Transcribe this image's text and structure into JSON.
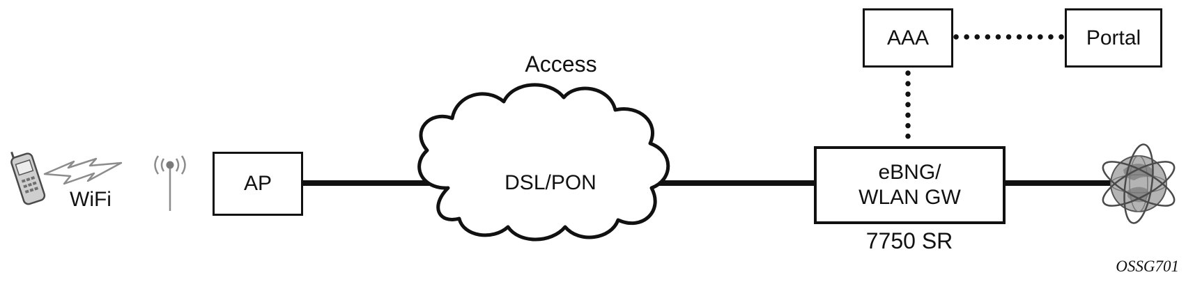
{
  "nodes": {
    "wifi_label": "WiFi",
    "ap": {
      "label": "AP"
    },
    "access_cloud": {
      "caption": "Access",
      "label": "DSL/PON"
    },
    "gateway": {
      "line1": "eBNG/",
      "line2": "WLAN GW",
      "caption": "7750 SR"
    },
    "aaa": {
      "label": "AAA"
    },
    "portal": {
      "label": "Portal"
    }
  },
  "icons": {
    "phone": "mobile-phone-icon",
    "lightning": "wifi-signal-icon",
    "antenna": "antenna-icon",
    "globe": "internet-globe-icon"
  },
  "figure": {
    "id": "OSSG701"
  },
  "colors": {
    "stroke": "#111111",
    "background": "#ffffff",
    "icon_gray": "#8c8c8c",
    "globe_fill": "#b4b4b4",
    "globe_land": "#8a8a8a"
  }
}
